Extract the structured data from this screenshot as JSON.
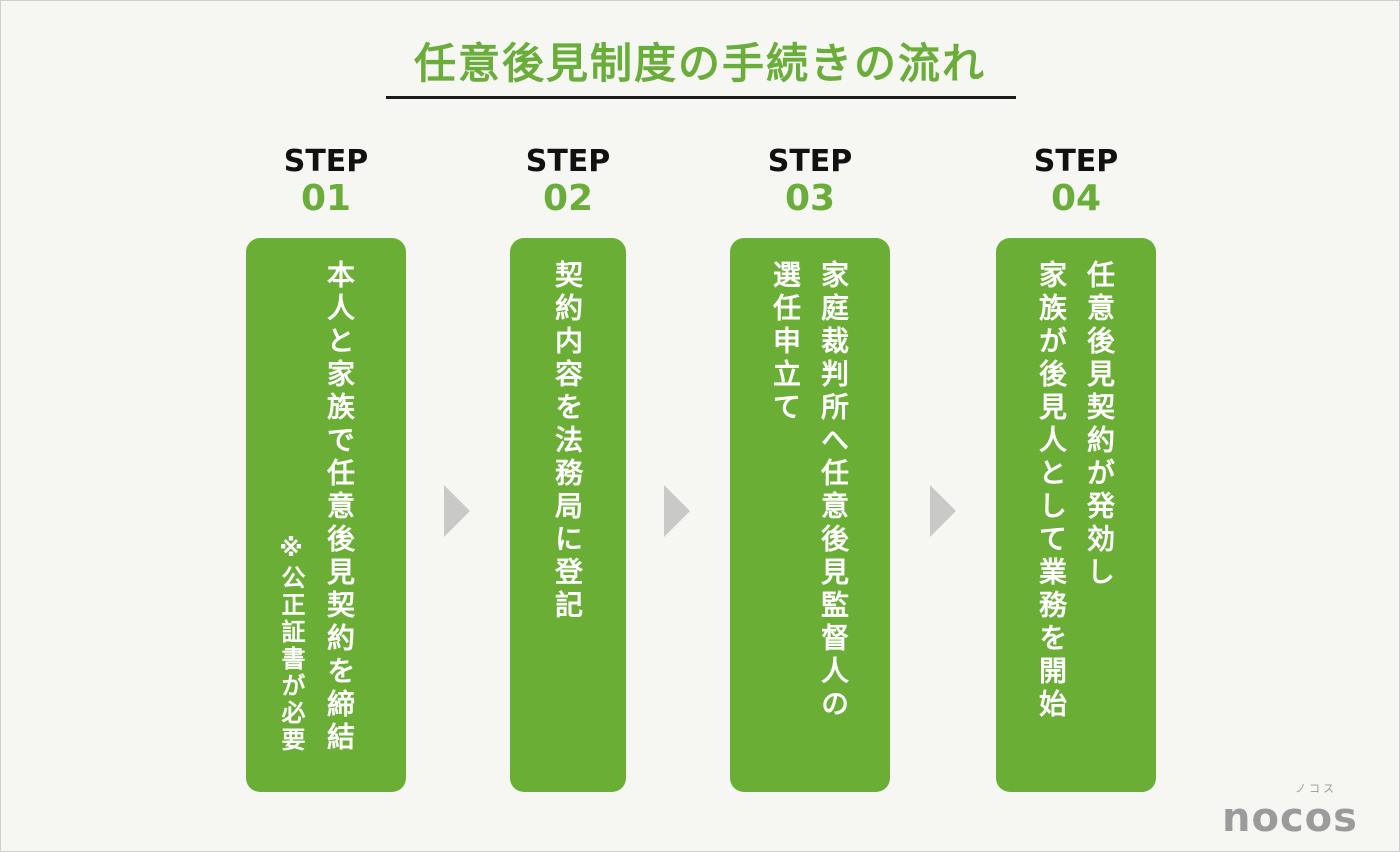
{
  "title": "任意後見制度の手続きの流れ",
  "steps": [
    {
      "label": "STEP",
      "number": "01",
      "text": "本人と家族で任意後見契約を締結",
      "note": "※公正証書が必要"
    },
    {
      "label": "STEP",
      "number": "02",
      "text": "契約内容を法務局に登記"
    },
    {
      "label": "STEP",
      "number": "03",
      "text_line1": "家庭裁判所へ任意後見監督人の",
      "text_line2": "選任申立て"
    },
    {
      "label": "STEP",
      "number": "04",
      "text_line1": "任意後見契約が発効し",
      "text_line2": "家族が後見人として業務を開始"
    }
  ],
  "brand": {
    "kana": "ノコス",
    "name": "nocos"
  },
  "colors": {
    "accent": "#6aad3a",
    "card": "#6aae36",
    "arrow": "#c9cac7",
    "background": "#f6f7f3"
  }
}
